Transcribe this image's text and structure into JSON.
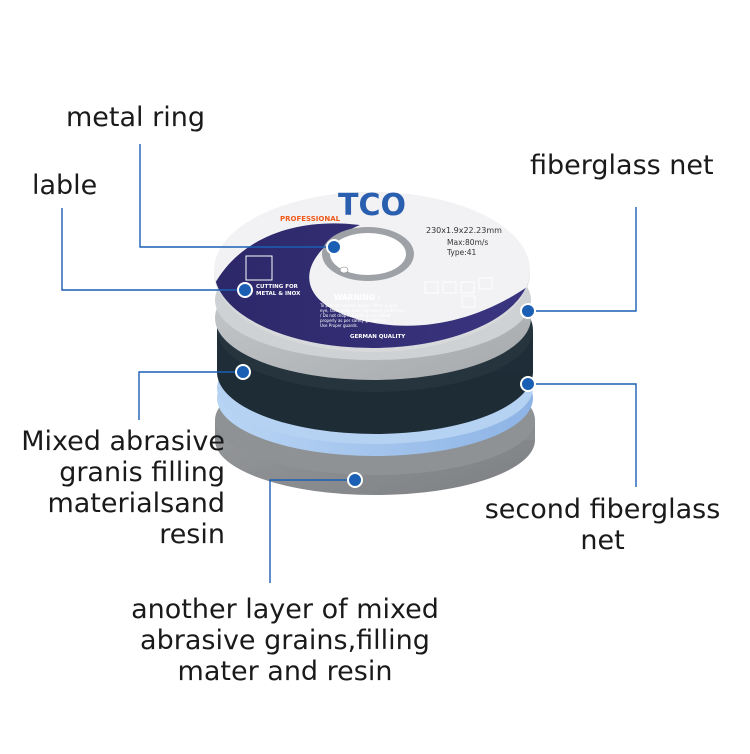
{
  "labels": {
    "metal_ring": "metal ring",
    "lable": "lable",
    "fiberglass_net": "fiberglass net",
    "mixed_abrasive": [
      "Mixed abrasive",
      "granis filling",
      "materialsand",
      "resin"
    ],
    "second_fiberglass": [
      "second fiberglass",
      "net"
    ],
    "another_layer": [
      "another layer of mixed",
      "abrasive grains,filling",
      "mater and resin"
    ]
  },
  "disc_label": {
    "brand": "TCO",
    "professional": "PROFESSIONAL",
    "size": "230x1.9x22.23mm",
    "max_speed": "Max:80m/s",
    "type": "Type:41",
    "cutting_for": "CUTTING FOR",
    "material": "METAL & INOX",
    "warning": "WARNING :",
    "warning_text": [
      "To prevent serious injury - Wear proper",
      "eye, face, body and respiratory protection",
      "/ Do not drop / Handle & use wheel",
      "properly as per safety guidelines.",
      "Use Proper guards."
    ],
    "quality": "GERMAN QUALITY"
  },
  "colors": {
    "dot": "#1a5fb4",
    "line": "#1a5fb4",
    "label_purple": "#2e2a6b",
    "brand_orange": "#f05a1a",
    "brand_blue": "#2a5fb0",
    "dark_layer": "#1c2a33",
    "net_blue": "#a8c8ef",
    "grey_layer": "#8c8f92"
  }
}
